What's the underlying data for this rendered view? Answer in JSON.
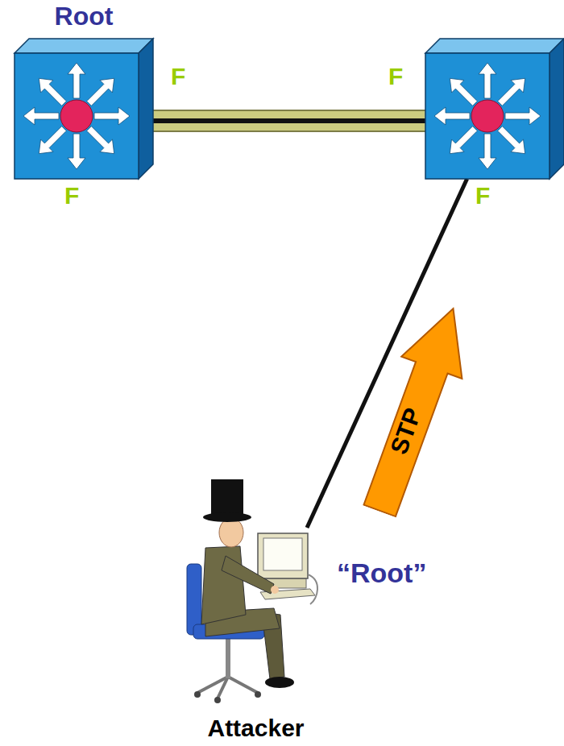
{
  "diagram": {
    "nodes": [
      {
        "text": [
          "Root",
          "F"
        ]
      },
      {
        "text": [
          "F"
        ]
      },
      {
        "text": [
          "Attacker"
        ]
      }
    ],
    "edges": [
      {
        "from": 0,
        "to": 1,
        "arrow": "none"
      },
      {
        "from": 1,
        "to": 2,
        "arrow": "none"
      }
    ],
    "labels": [
      "F",
      "F",
      "STP",
      "“Root”"
    ]
  }
}
